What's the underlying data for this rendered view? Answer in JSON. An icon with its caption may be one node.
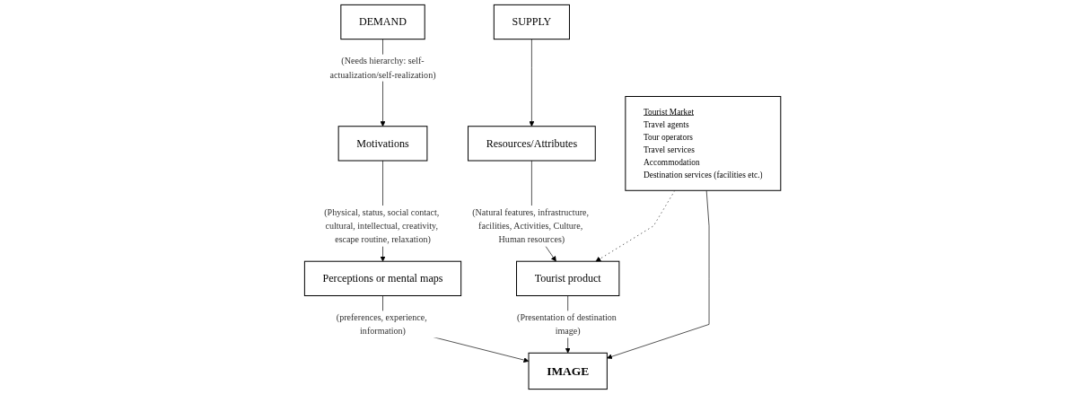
{
  "diagram": {
    "nodes": [
      {
        "text": [
          "DEMAND"
        ]
      },
      {
        "text": [
          "Motivations"
        ]
      },
      {
        "text": [
          "Perceptions or mental maps"
        ]
      },
      {
        "text": [
          "Tourist Market",
          "Travel agents",
          "Tour operators",
          "Travel services",
          "Accommodation",
          "Destination services (facilities etc.)"
        ]
      },
      {
        "text": [
          "SUPPLY"
        ]
      },
      {
        "text": [
          "Resources/Attributes"
        ]
      },
      {
        "text": [
          "Tourist product"
        ]
      },
      {
        "text": [
          "IMAGE"
        ]
      }
    ],
    "edges": [
      {
        "from": 0,
        "to": 1,
        "arrow": "to",
        "label": "(Needs hierarchy: self-actualization/self-realization)"
      },
      {
        "from": 1,
        "to": 2,
        "arrow": "to",
        "label": "(Physical, status, social contact, cultural, intellectual, creativity, escape routine, relaxation)"
      },
      {
        "from": 2,
        "to": 7,
        "arrow": "to",
        "label": "(preferences, experience, information)"
      },
      {
        "from": 4,
        "to": 5,
        "arrow": "to"
      },
      {
        "from": 5,
        "to": 6,
        "arrow": "to",
        "label": "(Natural features, infrastructure, facilities, Activities, Culture, Human resources)"
      },
      {
        "from": 6,
        "to": 7,
        "arrow": "to",
        "label": "(Presentation of destination image)"
      },
      {
        "from": 3,
        "to": 7,
        "arrow": "to"
      },
      {
        "from": 3,
        "to": 6,
        "arrow": "to",
        "style": "dashed"
      }
    ]
  }
}
